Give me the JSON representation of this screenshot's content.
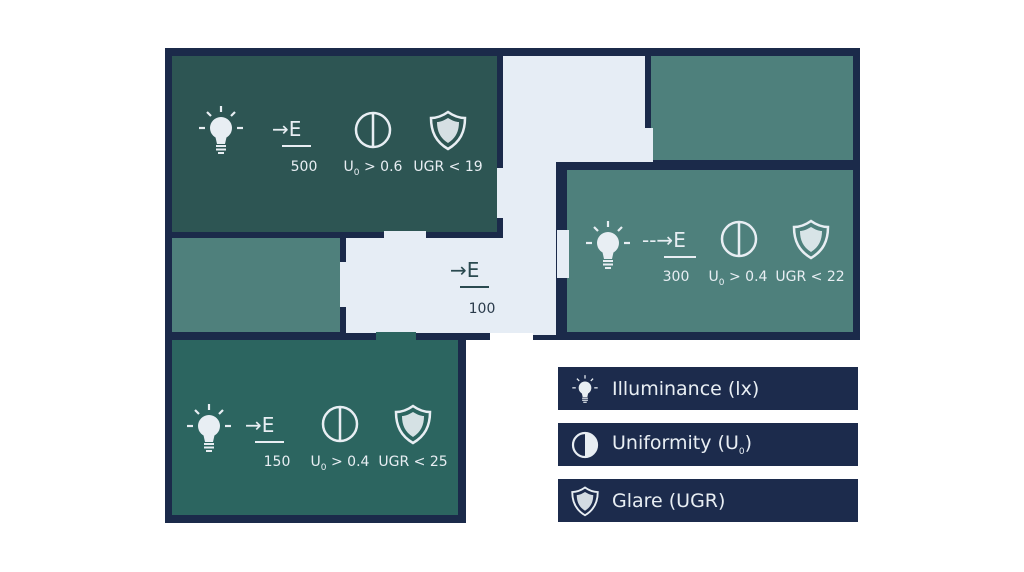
{
  "rooms": {
    "office": {
      "illuminance": "500",
      "uniformity": "U",
      "uniformity_sub": "0",
      "uniformity_val": " > 0.6",
      "glare": "UGR < 19",
      "color": "#2d5553"
    },
    "corridor": {
      "illuminance": "100",
      "color": "#e6edf5"
    },
    "meeting": {
      "illuminance": "300",
      "uniformity": "U",
      "uniformity_sub": "0",
      "uniformity_val": " > 0.4",
      "glare": "UGR < 22",
      "color": "#4e807c"
    },
    "workshop": {
      "illuminance": "150",
      "uniformity": "U",
      "uniformity_sub": "0",
      "uniformity_val": " > 0.4",
      "glare": "UGR < 25",
      "color": "#2c6560"
    }
  },
  "symbol_E": "E",
  "legend": [
    {
      "icon": "bulb-icon",
      "label": "Illuminance (lx)"
    },
    {
      "icon": "half-circle-icon",
      "label": "Uniformity (U",
      "sub": "0",
      "suffix": ")"
    },
    {
      "icon": "shield-icon",
      "label": "Glare (UGR)"
    }
  ],
  "colors": {
    "wall": "#1b2a4a",
    "legend_bg": "#1c2b4c"
  }
}
